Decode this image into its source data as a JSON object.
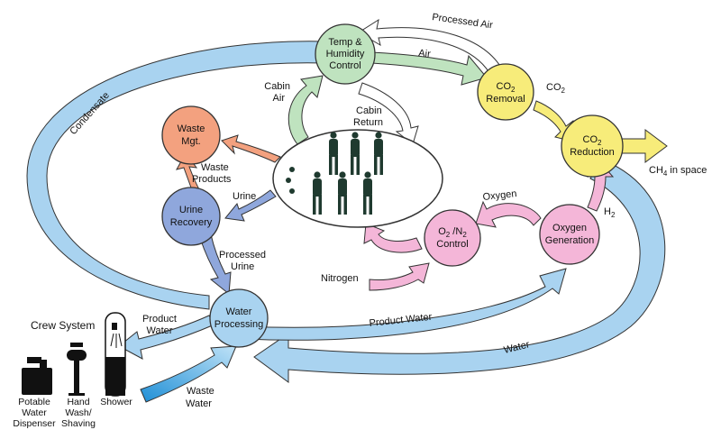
{
  "colors": {
    "cabin_air": "#bfe3bf",
    "waste": "#f3a17f",
    "urine": "#8fa7dc",
    "water": "#a9d3f0",
    "co2": "#f7ec7a",
    "oxygen": "#f4b6d8",
    "outline": "#333333"
  },
  "nodes": {
    "temp_humidity": [
      "Temp &",
      "Humidity",
      "Control"
    ],
    "co2_removal": {
      "base": "CO",
      "sub": "2",
      "line2": "Removal"
    },
    "co2_reduction": {
      "base": "CO",
      "sub": "2",
      "line2": "Reduction"
    },
    "waste_mgt": [
      "Waste",
      "Mgt."
    ],
    "urine_recovery": [
      "Urine",
      "Recovery"
    ],
    "water_processing": [
      "Water",
      "Processing"
    ],
    "o2n2_control": {
      "a": "O",
      "a_sub": "2",
      "sep": " /N",
      "b_sub": "2",
      "line2": "Control"
    },
    "oxygen_generation": [
      "Oxygen",
      "Generation"
    ]
  },
  "labels": {
    "processed_air": "Processed Air",
    "air": "Air",
    "co2": {
      "base": "CO",
      "sub": "2"
    },
    "condensate": "Condensate",
    "cabin_air": [
      "Cabin",
      "Air"
    ],
    "cabin_return": [
      "Cabin",
      "Return"
    ],
    "waste_products": [
      "Waste",
      "Products"
    ],
    "urine": "Urine",
    "processed_urine": [
      "Processed",
      "Urine"
    ],
    "oxygen": "Oxygen",
    "h2": {
      "base": "H",
      "sub": "2"
    },
    "ch4": {
      "base": "CH",
      "sub": "4",
      "rest": " in space"
    },
    "nitrogen": "Nitrogen",
    "product_water_left": [
      "Product",
      "Water"
    ],
    "product_water": "Product Water",
    "water": "Water",
    "waste_water": [
      "Waste",
      "Water"
    ]
  },
  "crew": {
    "title": "Crew System",
    "potable_water": [
      "Potable",
      "Water",
      "Dispenser"
    ],
    "hand_wash": [
      "Hand",
      "Wash/",
      "Shaving"
    ],
    "shower": "Shower"
  }
}
